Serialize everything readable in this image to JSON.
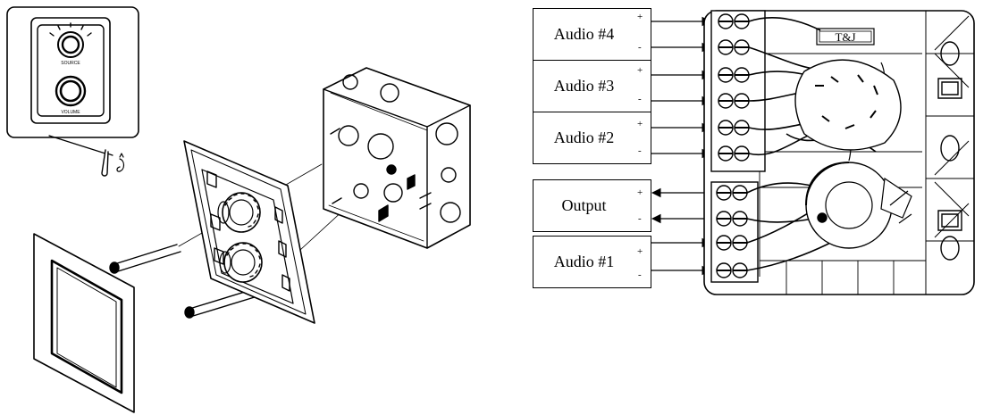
{
  "wiring": {
    "inputs": [
      {
        "label": "Audio #4",
        "plus": "+",
        "minus": "-"
      },
      {
        "label": "Audio #3",
        "plus": "+",
        "minus": "-"
      },
      {
        "label": "Audio #2",
        "plus": "+",
        "minus": "-"
      },
      {
        "label": "Output",
        "plus": "+",
        "minus": "-"
      },
      {
        "label": "Audio #1",
        "plus": "+",
        "minus": "-"
      }
    ],
    "brand_mark": "T&J"
  },
  "front_panel": {
    "upper_knob_label": "SOURCE",
    "lower_knob_label": "VOLUME"
  }
}
